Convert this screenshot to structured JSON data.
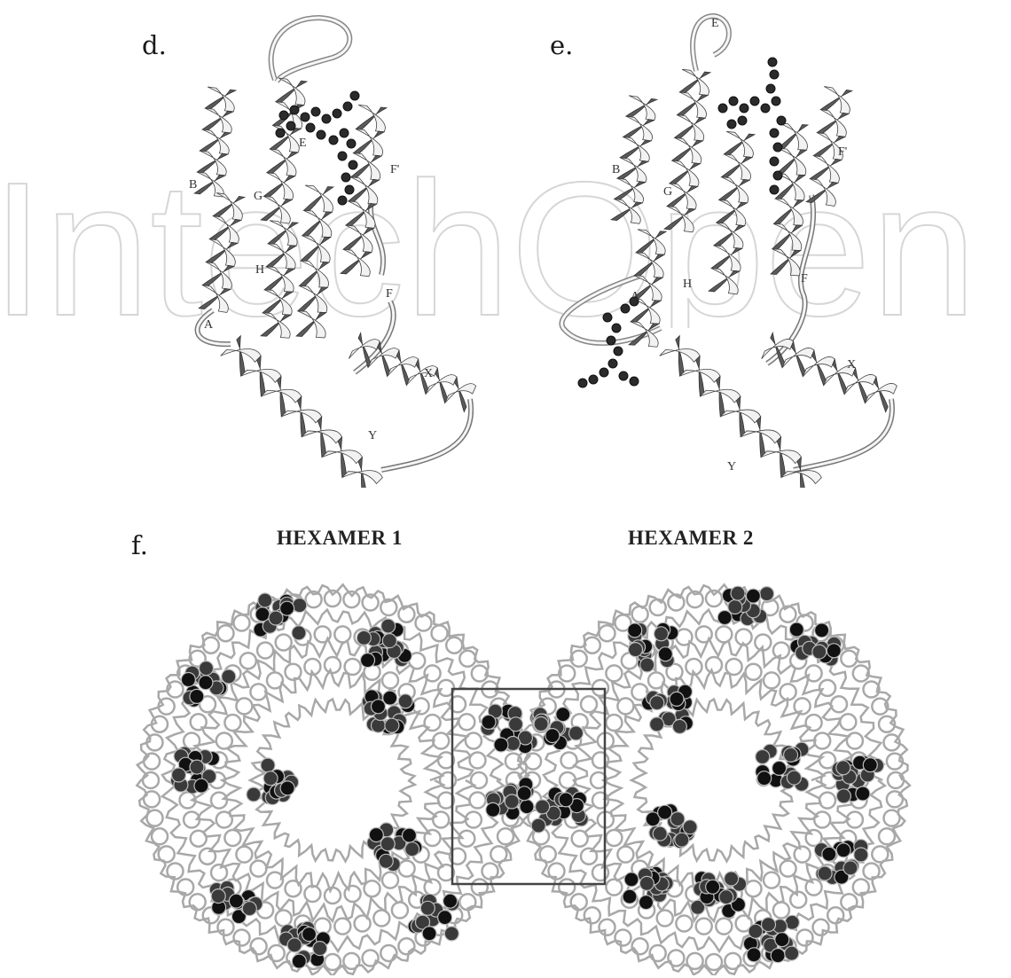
{
  "panels": {
    "d": {
      "label": "d.",
      "helix_labels": [
        "E",
        "B",
        "G",
        "F'",
        "H",
        "F",
        "A",
        "X",
        "Y"
      ]
    },
    "e": {
      "label": "e.",
      "helix_labels": [
        "E",
        "B",
        "G",
        "F'",
        "H",
        "F",
        "A",
        "X",
        "Y"
      ]
    },
    "f": {
      "label": "f.",
      "hexamer_titles": [
        "HEXAMER 1",
        "HEXAMER 2"
      ]
    }
  },
  "watermark": {
    "text": "IntechOpen"
  },
  "colors": {
    "helix_dark": "#5a5a5a",
    "helix_light": "#f2f2f2",
    "ligand": "#2b2b2b",
    "backbone": "#a8a8a8",
    "box": "#444444"
  }
}
